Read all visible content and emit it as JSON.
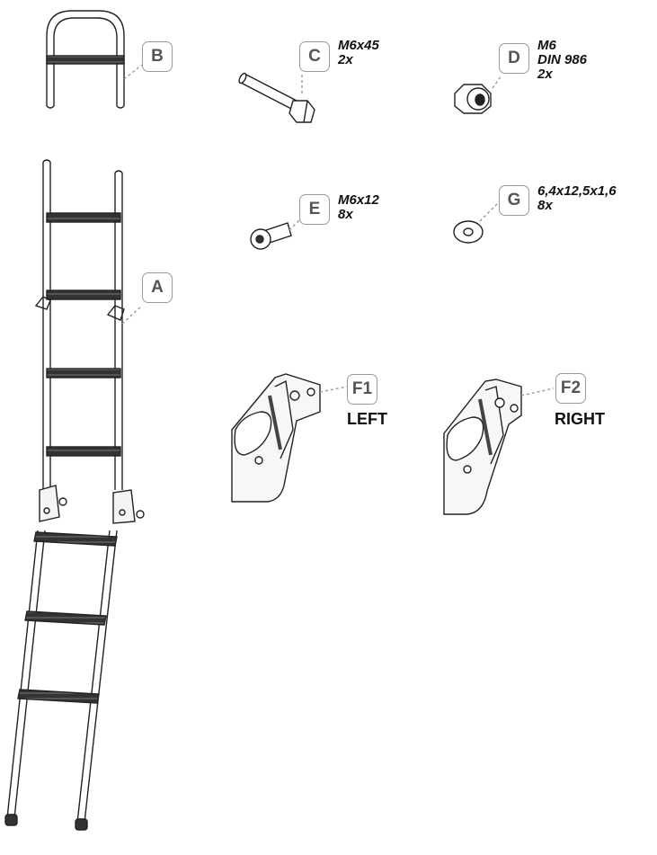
{
  "parts": [
    {
      "id": "B",
      "label": "B",
      "spec": []
    },
    {
      "id": "C",
      "label": "C",
      "spec": [
        "M6x45",
        "2x"
      ]
    },
    {
      "id": "D",
      "label": "D",
      "spec": [
        "M6",
        "DIN 986",
        "2x"
      ]
    },
    {
      "id": "A",
      "label": "A",
      "spec": []
    },
    {
      "id": "E",
      "label": "E",
      "spec": [
        "M6x12",
        "8x"
      ]
    },
    {
      "id": "G",
      "label": "G",
      "spec": [
        "6,4x12,5x1,6",
        "8x"
      ]
    },
    {
      "id": "F1",
      "label": "F1",
      "side": "LEFT"
    },
    {
      "id": "F2",
      "label": "F2",
      "side": "RIGHT"
    }
  ],
  "colors": {
    "outline": "#222222",
    "leader": "#999999",
    "tag_border": "#9a9a9a",
    "tag_text": "#555555",
    "tread": "#333333",
    "bracket_fill": "#f7f7f7"
  }
}
